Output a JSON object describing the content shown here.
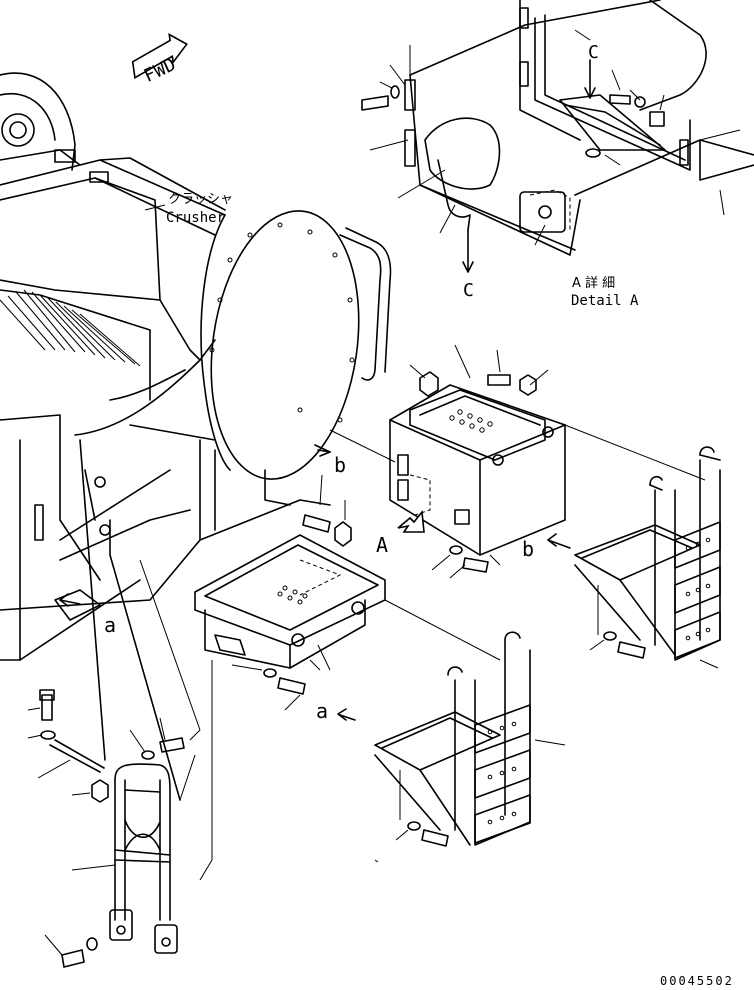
{
  "labels": {
    "fwd": "FWD",
    "crusher_jp": "クラッシャ",
    "crusher_en": "Crusher",
    "detail_jp": "A 詳 細",
    "detail_en": "Detail A",
    "ref_a": "a",
    "ref_b": "b",
    "ref_c": "C",
    "ref_A": "A",
    "part_number": "00045502"
  }
}
